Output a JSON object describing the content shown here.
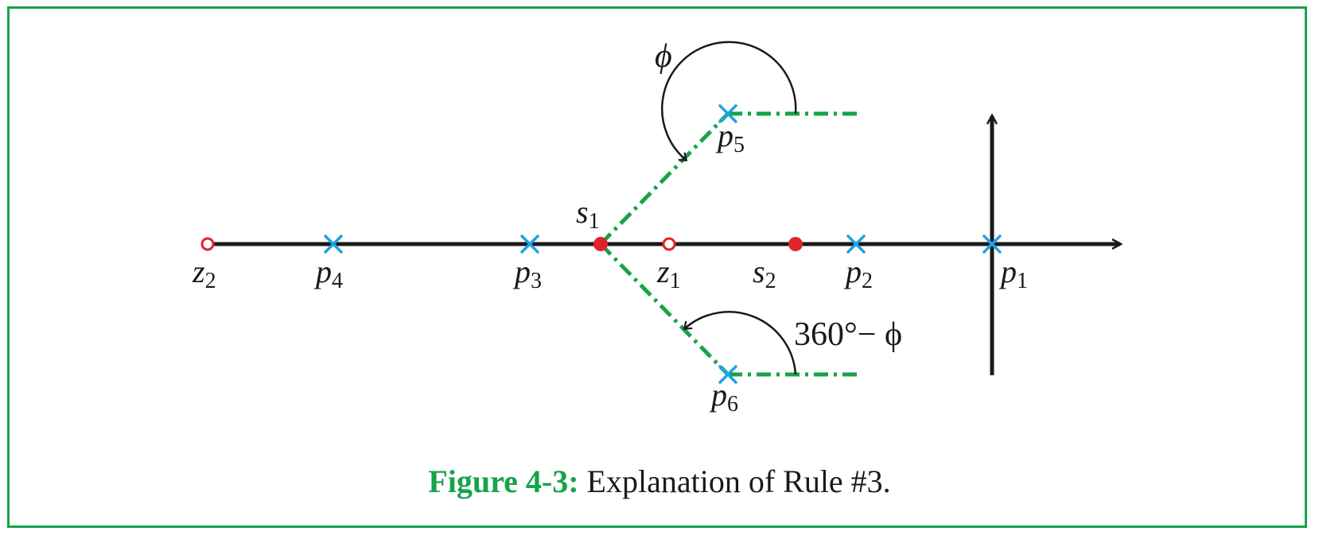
{
  "colors": {
    "axis": "#1a1a1a",
    "pole": "#1fa3e0",
    "zero": "#e0232a",
    "test_point": "#e0232a",
    "angle_line": "#16a34a",
    "frame": "#16a34a",
    "caption_label": "#16a34a"
  },
  "poles": [
    {
      "name": "p",
      "sub": "1"
    },
    {
      "name": "p",
      "sub": "2"
    },
    {
      "name": "p",
      "sub": "3"
    },
    {
      "name": "p",
      "sub": "4"
    },
    {
      "name": "p",
      "sub": "5"
    },
    {
      "name": "p",
      "sub": "6"
    }
  ],
  "zeros": [
    {
      "name": "z",
      "sub": "1"
    },
    {
      "name": "z",
      "sub": "2"
    }
  ],
  "test_points": [
    {
      "name": "s",
      "sub": "1"
    },
    {
      "name": "s",
      "sub": "2"
    }
  ],
  "angles": {
    "upper": "ϕ",
    "lower": "360°− ϕ"
  },
  "caption": {
    "label": "Figure 4-3:",
    "text": " Explanation of Rule #3."
  }
}
